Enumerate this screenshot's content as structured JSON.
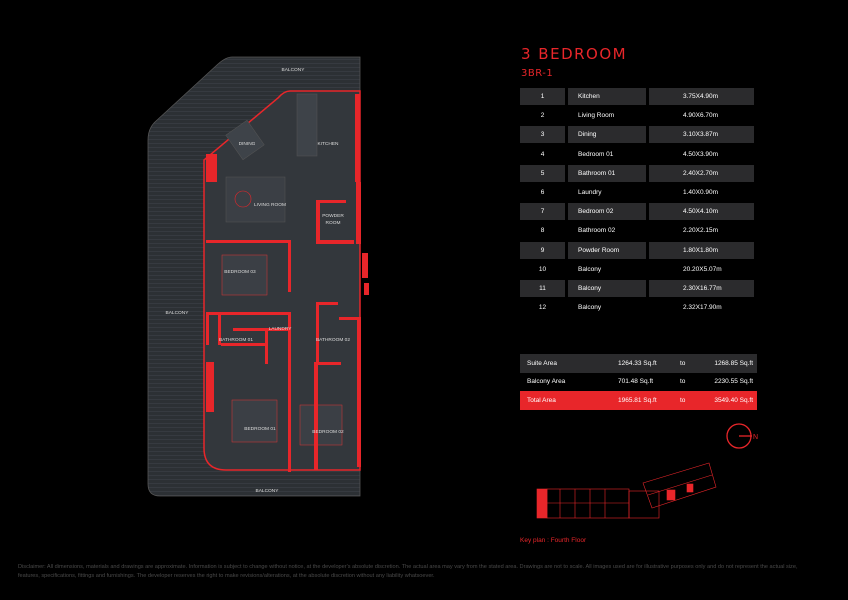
{
  "unit": {
    "title": "3 BEDROOM",
    "code": "3BR-1"
  },
  "rooms": [
    {
      "no": "1",
      "name": "Kitchen",
      "size": "3.75X4.90m"
    },
    {
      "no": "2",
      "name": "Living Room",
      "size": "4.90X6.70m"
    },
    {
      "no": "3",
      "name": "Dining",
      "size": "3.10X3.87m"
    },
    {
      "no": "4",
      "name": "Bedroom 01",
      "size": "4.50X3.90m"
    },
    {
      "no": "5",
      "name": "Bathroom 01",
      "size": "2.40X2.70m"
    },
    {
      "no": "6",
      "name": "Laundry",
      "size": "1.40X0.90m"
    },
    {
      "no": "7",
      "name": "Bedroom 02",
      "size": "4.50X4.10m"
    },
    {
      "no": "8",
      "name": "Bathroom 02",
      "size": "2.20X2.15m"
    },
    {
      "no": "9",
      "name": "Powder Room",
      "size": "1.80X1.80m"
    },
    {
      "no": "10",
      "name": "Balcony",
      "size": "20.20X5.07m"
    },
    {
      "no": "11",
      "name": "Balcony",
      "size": "2.30X16.77m"
    },
    {
      "no": "12",
      "name": "Balcony",
      "size": "2.32X17.90m"
    }
  ],
  "areas": [
    {
      "label": "Suite Area",
      "min": "1264.33 Sq.ft",
      "to": "to",
      "max": "1268.85 Sq.ft"
    },
    {
      "label": "Balcony Area",
      "min": "701.48 Sq.ft",
      "to": "to",
      "max": "2230.55 Sq.ft"
    },
    {
      "label": "Total Area",
      "min": "1965.81 Sq.ft",
      "to": "to",
      "max": "3549.40 Sq.ft"
    }
  ],
  "plan_labels": {
    "balcony_top": "BALCONY",
    "balcony_left": "BALCONY",
    "balcony_bottom": "BALCONY",
    "dining": "DINING",
    "kitchen": "KITCHEN",
    "living": "LIVING ROOM",
    "powder1": "POWDER",
    "powder2": "ROOM",
    "bedroom3": "BEDROOM 03",
    "laundry": "LAUNDRY",
    "bath1": "BATHROOM 01",
    "bath2": "BATHROOM 02",
    "bedroom1": "BEDROOM 01",
    "bedroom2": "BEDROOM 02"
  },
  "compass": {
    "label": "N"
  },
  "key_plan": {
    "label": "Key plan : Fourth Floor"
  },
  "disclaimer": "Disclaimer: All dimensions, materials and drawings are approximate. Information is subject to change without notice, at the developer's absolute discretion. The actual area may vary from the stated area. Drawings are not to scale. All images used are for illustrative purposes only and do not represent the actual size, features, specifications, fittings and furnishings. The developer reserves the right to make revisions/alterations, at the absolute discretion without any liability whatsoever.",
  "colors": {
    "accent": "#e8262a",
    "panel": "#2b2b2d",
    "plan": "#2a2d31"
  }
}
